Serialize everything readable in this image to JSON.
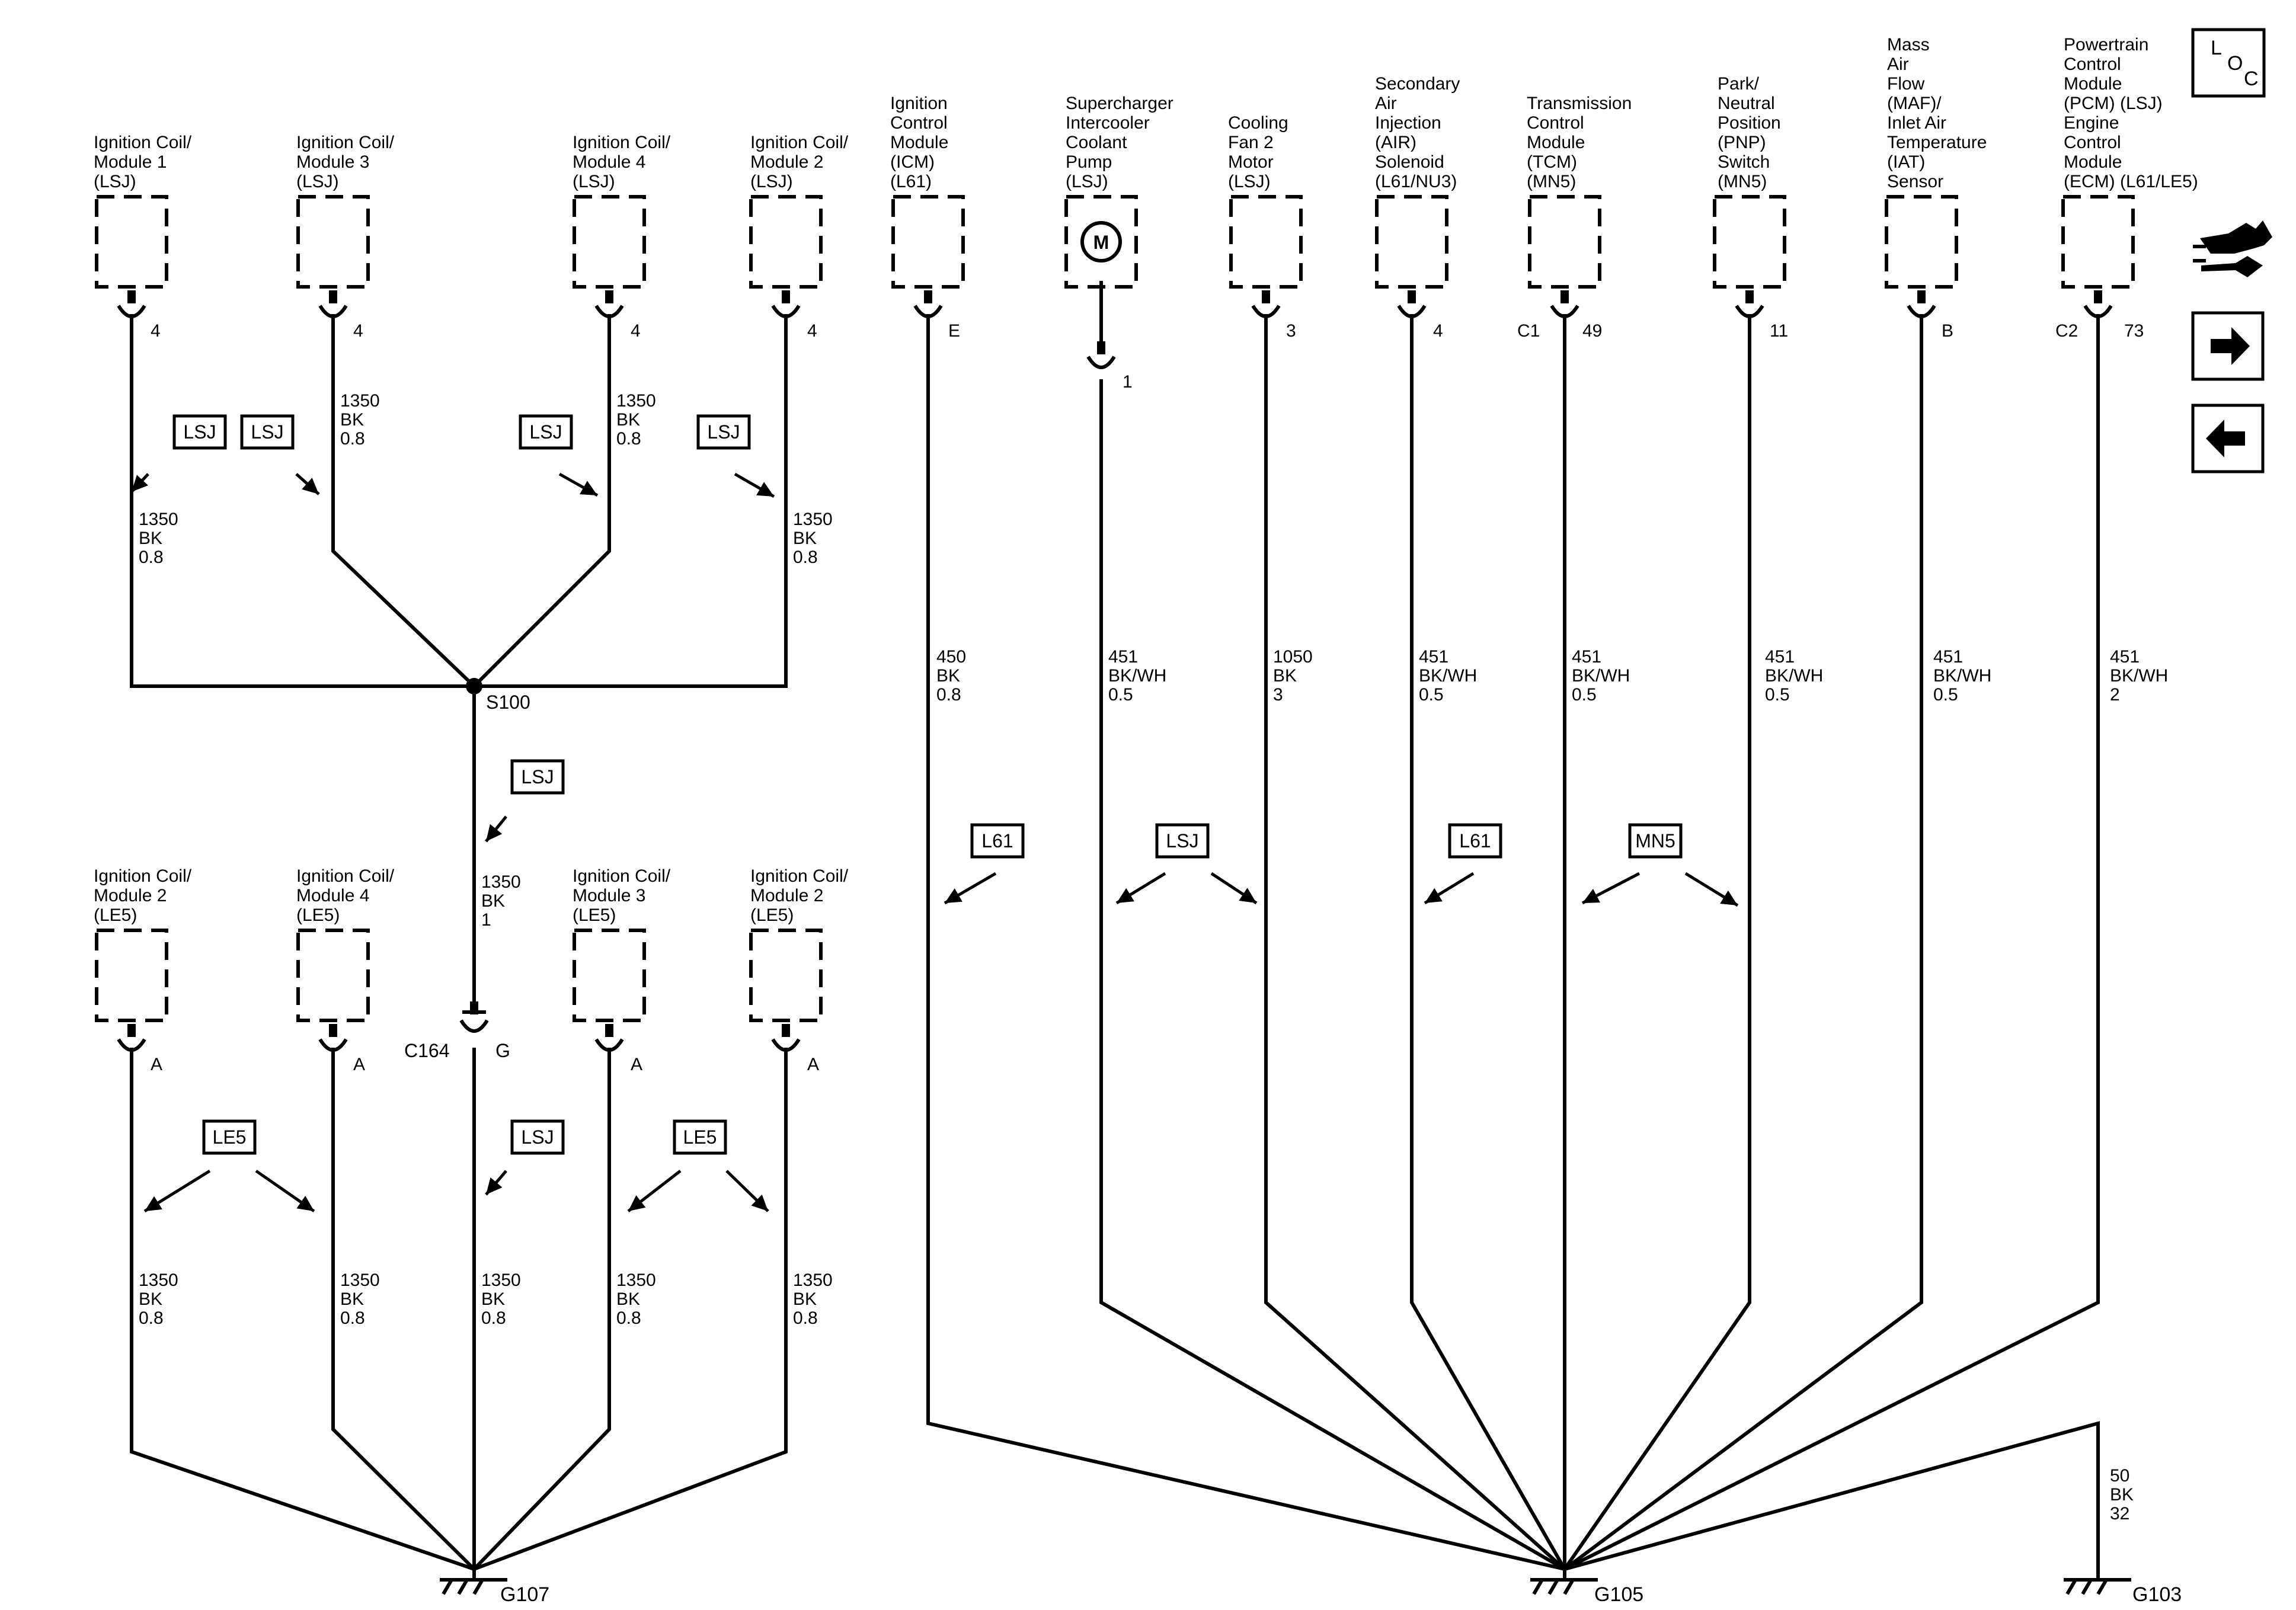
{
  "nav": {
    "loc_letters": [
      "L",
      "O",
      "C"
    ],
    "icons": [
      "loc-icon",
      "connector-pinout-icon",
      "next-page-arrow-icon",
      "previous-page-arrow-icon"
    ]
  },
  "components": [
    {
      "id": "coil1-lsj",
      "lines": [
        "Ignition Coil/",
        "Module 1",
        "(LSJ)"
      ],
      "pin": "4"
    },
    {
      "id": "coil3-lsj",
      "lines": [
        "Ignition Coil/",
        "Module 3",
        "(LSJ)"
      ],
      "pin": "4"
    },
    {
      "id": "coil4-lsj",
      "lines": [
        "Ignition Coil/",
        "Module 4",
        "(LSJ)"
      ],
      "pin": "4"
    },
    {
      "id": "coil2-lsj",
      "lines": [
        "Ignition Coil/",
        "Module 2",
        "(LSJ)"
      ],
      "pin": "4"
    },
    {
      "id": "icm",
      "lines": [
        "Ignition",
        "Control",
        "Module",
        "(ICM)",
        "(L61)"
      ],
      "pin": "E"
    },
    {
      "id": "sc-pump",
      "lines": [
        "Supercharger",
        "Intercooler",
        "Coolant",
        "Pump",
        "(LSJ)"
      ],
      "pin": "1",
      "symbol": "M"
    },
    {
      "id": "fan2",
      "lines": [
        "Cooling",
        "Fan 2",
        "Motor",
        "(LSJ)"
      ],
      "pin": "3"
    },
    {
      "id": "air-sol",
      "lines": [
        "Secondary",
        "Air",
        "Injection",
        "(AIR)",
        "Solenoid",
        "(L61/NU3)"
      ],
      "pin": "4"
    },
    {
      "id": "tcm",
      "lines": [
        "Transmission",
        "Control",
        "Module",
        "(TCM)",
        "(MN5)"
      ],
      "pin": "49",
      "connector": "C1"
    },
    {
      "id": "pnp",
      "lines": [
        "Park/",
        "Neutral",
        "Position",
        "(PNP)",
        "Switch",
        "(MN5)"
      ],
      "pin": "11"
    },
    {
      "id": "maf",
      "lines": [
        "Mass",
        "Air",
        "Flow",
        "(MAF)/",
        "Inlet Air",
        "Temperature",
        "(IAT)",
        "Sensor"
      ],
      "pin": "B"
    },
    {
      "id": "pcm",
      "lines": [
        "Powertrain",
        "Control",
        "Module",
        "(PCM) (LSJ)",
        "Engine",
        "Control",
        "Module",
        "(ECM) (L61/LE5)"
      ],
      "pin": "73",
      "connector": "C2"
    },
    {
      "id": "coil2-le5-a",
      "lines": [
        "Ignition Coil/",
        "Module 2",
        "(LE5)"
      ],
      "pin": "A"
    },
    {
      "id": "coil4-le5",
      "lines": [
        "Ignition Coil/",
        "Module 4",
        "(LE5)"
      ],
      "pin": "A"
    },
    {
      "id": "coil3-le5",
      "lines": [
        "Ignition Coil/",
        "Module 3",
        "(LE5)"
      ],
      "pin": "A"
    },
    {
      "id": "coil2-le5-b",
      "lines": [
        "Ignition Coil/",
        "Module 2",
        "(LE5)"
      ],
      "pin": "A"
    }
  ],
  "wire_labels": [
    {
      "id": "w-coil1",
      "lines": [
        "1350",
        "BK",
        "0.8"
      ]
    },
    {
      "id": "w-coil3",
      "lines": [
        "1350",
        "BK",
        "0.8"
      ]
    },
    {
      "id": "w-coil4",
      "lines": [
        "1350",
        "BK",
        "0.8"
      ]
    },
    {
      "id": "w-coil2",
      "lines": [
        "1350",
        "BK",
        "0.8"
      ]
    },
    {
      "id": "w-s100",
      "lines": [
        "1350",
        "BK",
        "1"
      ]
    },
    {
      "id": "w-icm",
      "lines": [
        "450",
        "BK",
        "0.8"
      ]
    },
    {
      "id": "w-pump",
      "lines": [
        "451",
        "BK/WH",
        "0.5"
      ]
    },
    {
      "id": "w-fan",
      "lines": [
        "1050",
        "BK",
        "3"
      ]
    },
    {
      "id": "w-air",
      "lines": [
        "451",
        "BK/WH",
        "0.5"
      ]
    },
    {
      "id": "w-tcm",
      "lines": [
        "451",
        "BK/WH",
        "0.5"
      ]
    },
    {
      "id": "w-pnp",
      "lines": [
        "451",
        "BK/WH",
        "0.5"
      ]
    },
    {
      "id": "w-maf",
      "lines": [
        "451",
        "BK/WH",
        "0.5"
      ]
    },
    {
      "id": "w-pcm",
      "lines": [
        "451",
        "BK/WH",
        "2"
      ]
    },
    {
      "id": "w-le5-1",
      "lines": [
        "1350",
        "BK",
        "0.8"
      ]
    },
    {
      "id": "w-le5-2",
      "lines": [
        "1350",
        "BK",
        "0.8"
      ]
    },
    {
      "id": "w-c164",
      "lines": [
        "1350",
        "BK",
        "0.8"
      ]
    },
    {
      "id": "w-le5-3",
      "lines": [
        "1350",
        "BK",
        "0.8"
      ]
    },
    {
      "id": "w-le5-4",
      "lines": [
        "1350",
        "BK",
        "0.8"
      ]
    },
    {
      "id": "w-g103",
      "lines": [
        "50",
        "BK",
        "32"
      ]
    }
  ],
  "option_tags": [
    "LSJ",
    "LSJ",
    "LSJ",
    "LSJ",
    "LSJ",
    "L61",
    "LSJ",
    "L61",
    "MN5",
    "LE5",
    "LSJ",
    "LE5"
  ],
  "splice": "S100",
  "inline_connector": {
    "name": "C164",
    "pin": "G"
  },
  "grounds": [
    "G107",
    "G105",
    "G103"
  ]
}
